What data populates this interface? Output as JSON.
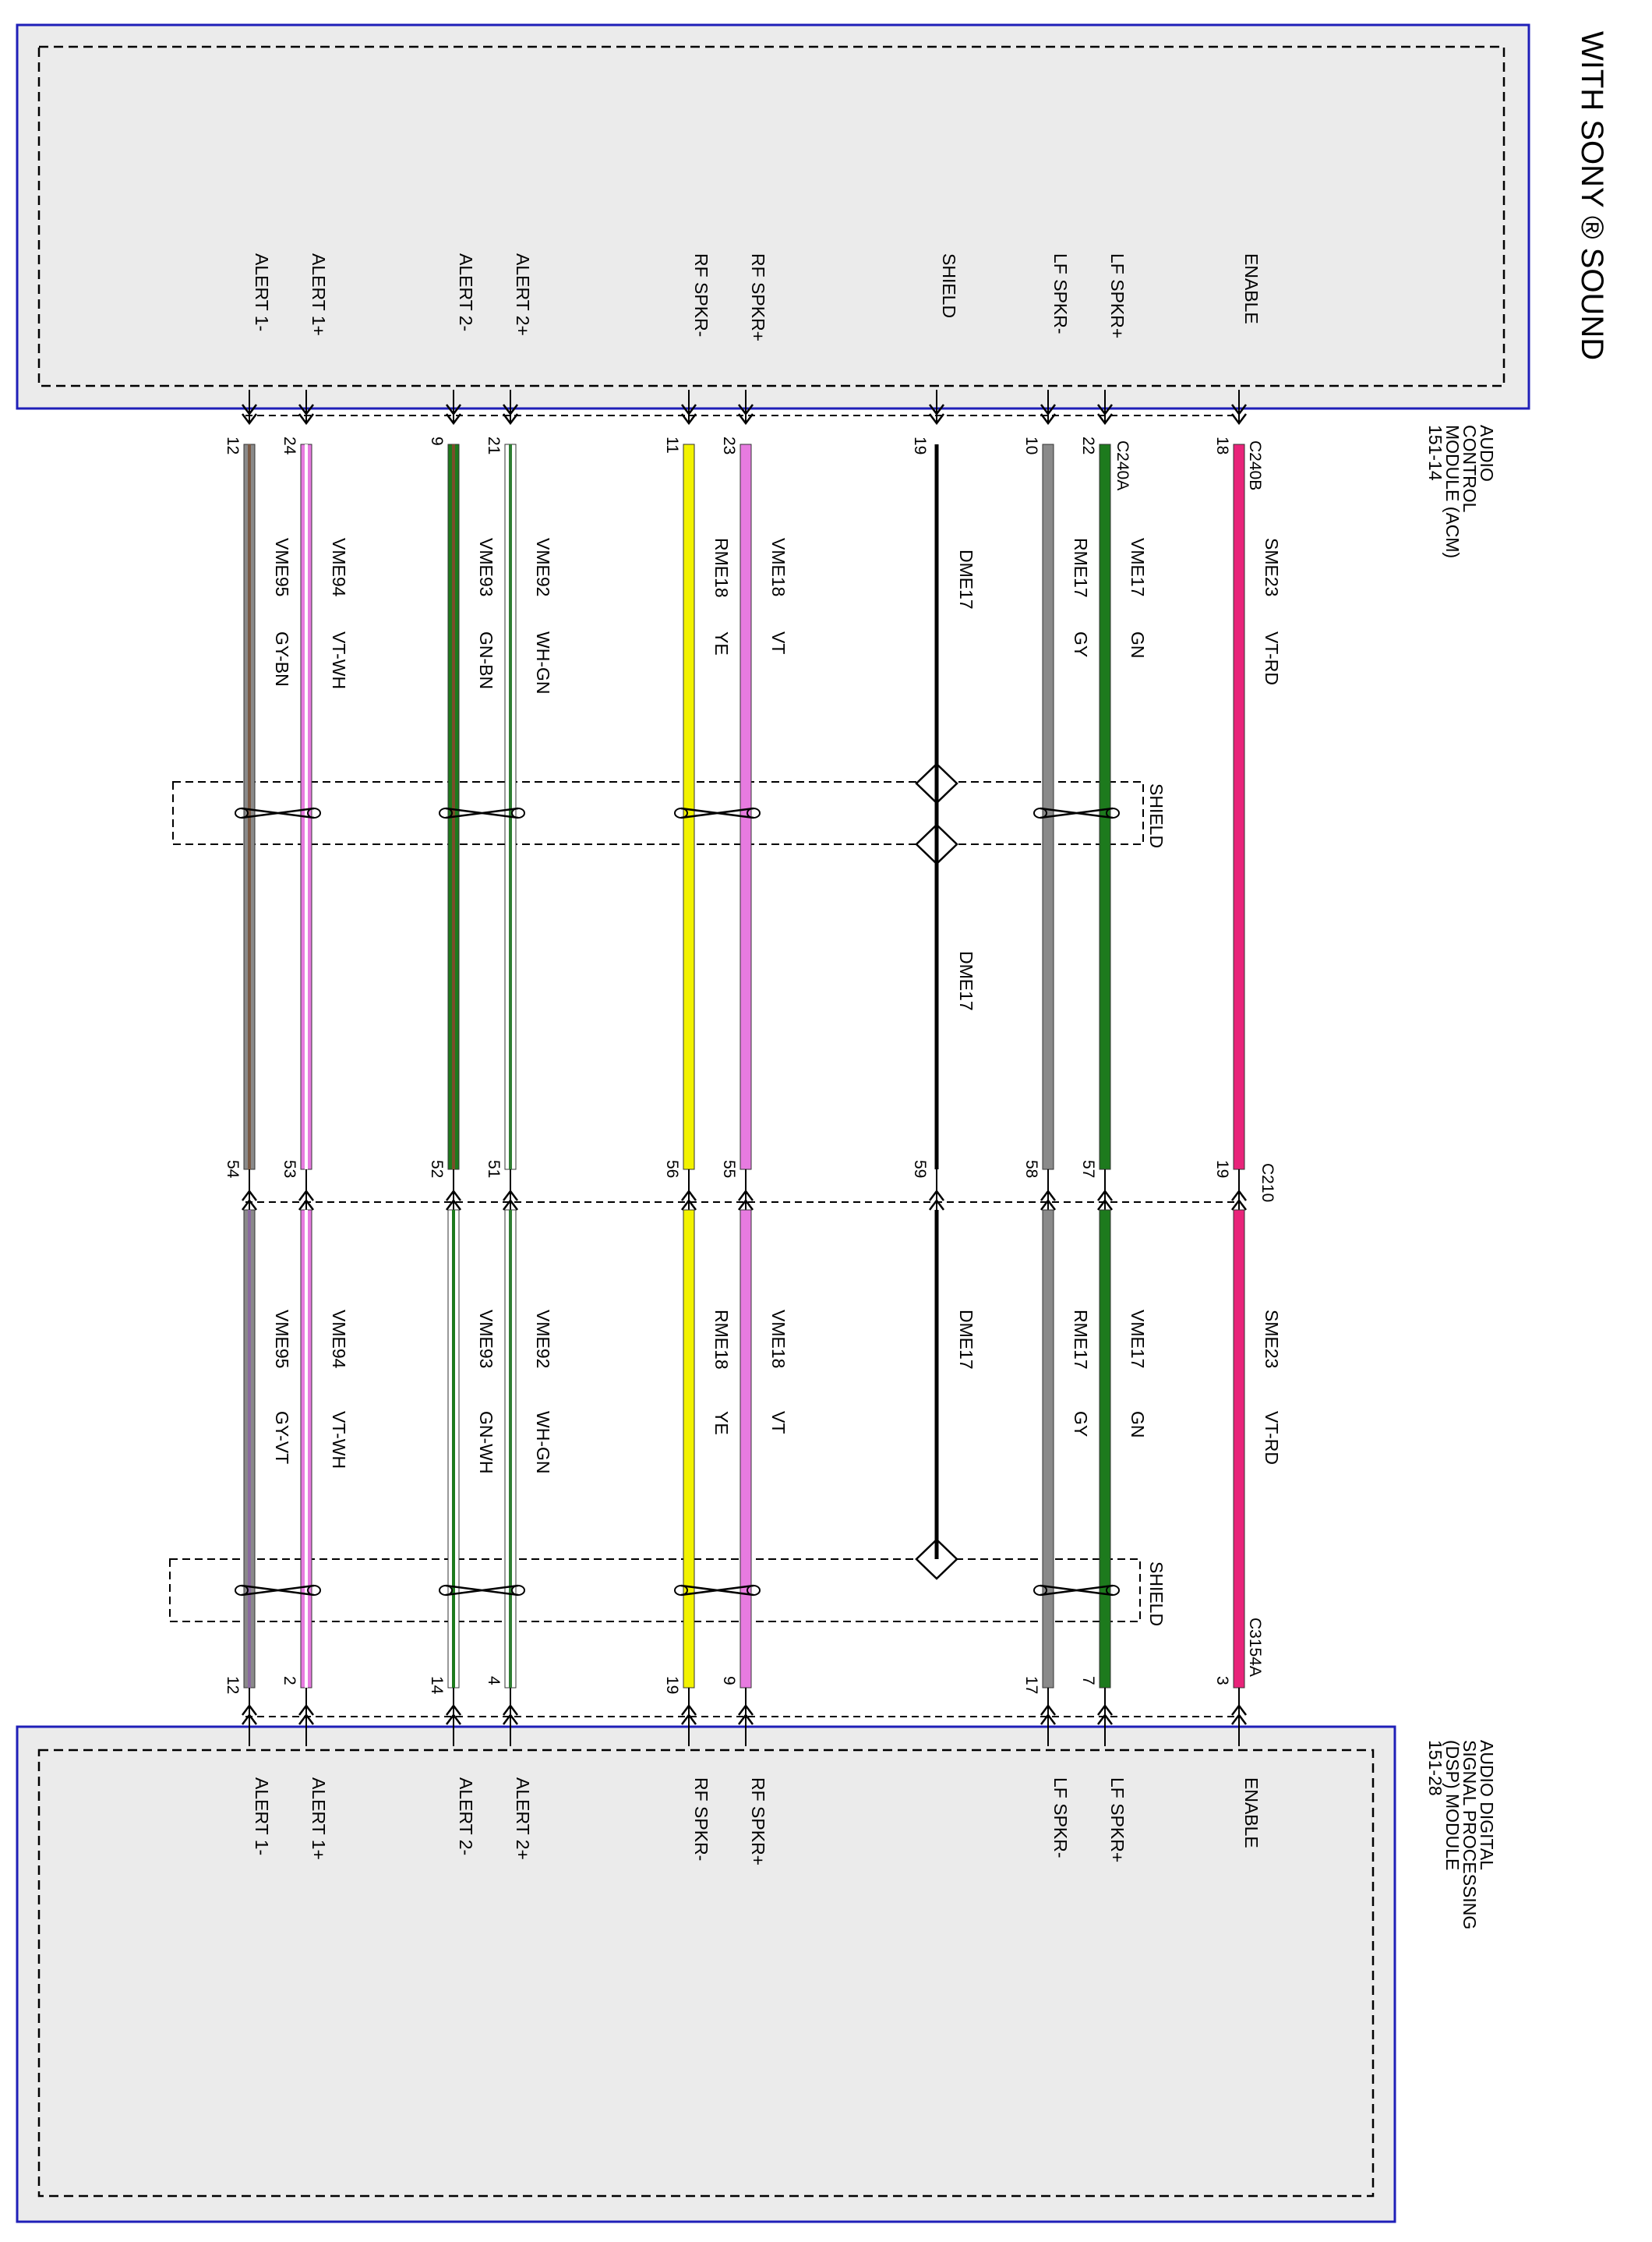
{
  "title": "WITH SONY ® SOUND",
  "colors": {
    "module_border": "#1f1fb8",
    "module_fill": "#ebebeb",
    "VT-RD": "#e8247a",
    "GN": "#1d7a1d",
    "GY": "#8a8a8a",
    "BK": "#000000",
    "VT": "#e77be0",
    "YE": "#f2f200",
    "WH-GN_stripe": "#2e7d32",
    "GN-BN_stripe": "#7a4e2a",
    "GY-BN_stripe": "#7a5a45",
    "GY-VT_stripe": "#8a6a9e",
    "VT-WH_stripe": "#ffffff"
  },
  "top_module": {
    "name_lines": [
      "AUDIO",
      "CONTROL",
      "MODULE (ACM)",
      "151-14"
    ],
    "connectors": [
      "C240B",
      "C240A"
    ],
    "pins": [
      "ENABLE",
      "LF SPKR+",
      "LF SPKR-",
      "SHIELD",
      "RF SPKR+",
      "RF SPKR-",
      "ALERT 2+",
      "ALERT 2-",
      "ALERT 1+",
      "ALERT 1-"
    ]
  },
  "bottom_module": {
    "name_lines": [
      "AUDIO DIGITAL",
      "SIGNAL PROCESSING",
      "(DSP) MODULE",
      "151-28"
    ],
    "connector": "C3154A",
    "pins": [
      "ENABLE",
      "LF SPKR+",
      "LF SPKR-",
      "RF SPKR+",
      "RF SPKR-",
      "ALERT 2+",
      "ALERT 2-",
      "ALERT 1+",
      "ALERT 1-"
    ]
  },
  "inline_connector": "C210",
  "shield_label": "SHIELD",
  "wires": [
    {
      "signal": "ENABLE",
      "acm_pin": "18",
      "c210_acm_side": "19",
      "c210_dsp_side": "",
      "dsp_pin": "3",
      "upper": {
        "circuit": "SME23",
        "color": "VT-RD"
      },
      "lower": {
        "circuit": "SME23",
        "color": "VT-RD"
      }
    },
    {
      "signal": "LF SPKR+",
      "acm_pin": "22",
      "c210_acm_side": "57",
      "c210_dsp_side": "",
      "dsp_pin": "7",
      "upper": {
        "circuit": "VME17",
        "color": "GN"
      },
      "lower": {
        "circuit": "VME17",
        "color": "GN"
      }
    },
    {
      "signal": "LF SPKR-",
      "acm_pin": "10",
      "c210_acm_side": "58",
      "c210_dsp_side": "",
      "dsp_pin": "17",
      "upper": {
        "circuit": "RME17",
        "color": "GY"
      },
      "lower": {
        "circuit": "RME17",
        "color": "GY"
      }
    },
    {
      "signal": "SHIELD",
      "acm_pin": "19",
      "c210_acm_side": "59",
      "c210_dsp_side": "",
      "dsp_pin": "",
      "upper": {
        "circuit": "DME17",
        "color": ""
      },
      "middle": {
        "circuit": "DME17"
      },
      "lower": {
        "circuit": "DME17",
        "color": ""
      }
    },
    {
      "signal": "RF SPKR+",
      "acm_pin": "23",
      "c210_acm_side": "55",
      "c210_dsp_side": "",
      "dsp_pin": "9",
      "upper": {
        "circuit": "VME18",
        "color": "VT"
      },
      "lower": {
        "circuit": "VME18",
        "color": "VT"
      }
    },
    {
      "signal": "RF SPKR-",
      "acm_pin": "11",
      "c210_acm_side": "56",
      "c210_dsp_side": "",
      "dsp_pin": "19",
      "upper": {
        "circuit": "RME18",
        "color": "YE"
      },
      "lower": {
        "circuit": "RME18",
        "color": "YE"
      }
    },
    {
      "signal": "ALERT 2+",
      "acm_pin": "21",
      "c210_acm_side": "51",
      "c210_dsp_side": "",
      "dsp_pin": "4",
      "upper": {
        "circuit": "VME92",
        "color": "WH-GN"
      },
      "lower": {
        "circuit": "VME92",
        "color": "WH-GN"
      }
    },
    {
      "signal": "ALERT 2-",
      "acm_pin": "9",
      "c210_acm_side": "52",
      "c210_dsp_side": "",
      "dsp_pin": "14",
      "upper": {
        "circuit": "VME93",
        "color": "GN-BN"
      },
      "lower": {
        "circuit": "VME93",
        "color": "GN-WH"
      }
    },
    {
      "signal": "ALERT 1+",
      "acm_pin": "24",
      "c210_acm_side": "53",
      "c210_dsp_side": "",
      "dsp_pin": "2",
      "upper": {
        "circuit": "VME94",
        "color": "VT-WH"
      },
      "lower": {
        "circuit": "VME94",
        "color": "VT-WH"
      }
    },
    {
      "signal": "ALERT 1-",
      "acm_pin": "12",
      "c210_acm_side": "54",
      "c210_dsp_side": "",
      "dsp_pin": "12",
      "upper": {
        "circuit": "VME95",
        "color": "GY-BN"
      },
      "lower": {
        "circuit": "VME95",
        "color": "GY-VT"
      }
    }
  ]
}
